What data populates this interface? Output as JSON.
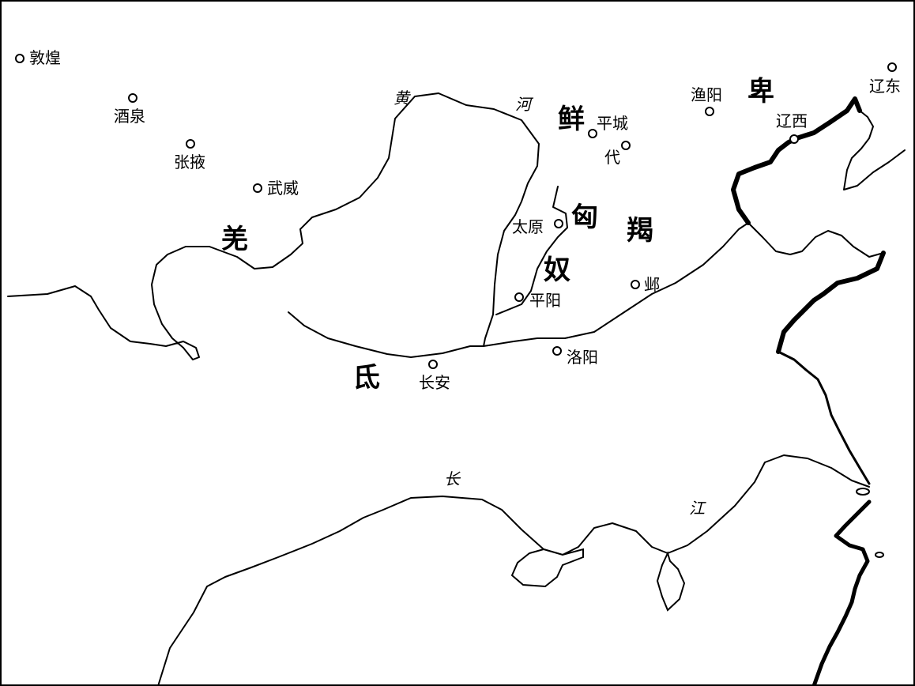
{
  "cities": {
    "dunhuang": "敦煌",
    "jiuquan": "酒泉",
    "zhangye": "张掖",
    "wuwei": "武威",
    "changan": "长安",
    "taiyuan": "太原",
    "pingyang": "平阳",
    "luoyang": "洛阳",
    "ye": "邺",
    "pingcheng": "平城",
    "dai": "代",
    "yuyang": "渔阳",
    "liaoxi": "辽西",
    "liaodong": "辽东"
  },
  "peoples": {
    "qiang": "羌",
    "di": "氐",
    "xian": "鲜",
    "bei": "卑",
    "xiong": "匈",
    "nu": "奴",
    "jie": "羯"
  },
  "rivers": {
    "huang": "黄",
    "he": "河",
    "chang": "长",
    "jiang": "江"
  }
}
